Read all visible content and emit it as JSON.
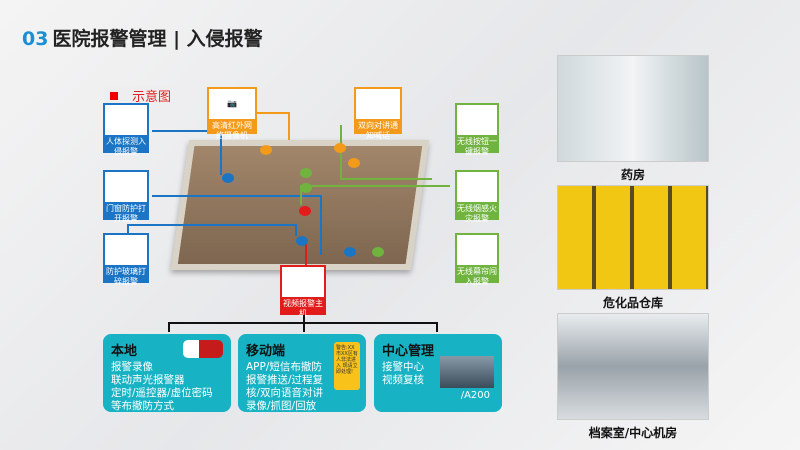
{
  "title": {
    "number": "03",
    "text": "医院报警管理 | 入侵报警"
  },
  "diagram": {
    "legend": "示意图",
    "left_devices": [
      {
        "label": "人体探测入侵报警"
      },
      {
        "label": "门窗防护打开报警"
      },
      {
        "label": "防护玻璃打碎报警"
      }
    ],
    "top_devices": [
      {
        "label": "高清红外网络摄像机"
      },
      {
        "label": "双向对讲通知喊话"
      }
    ],
    "right_devices": [
      {
        "label": "无线按钮一键报警"
      },
      {
        "label": "无线烟感火灾报警"
      },
      {
        "label": "无线幕帘闯入报警"
      }
    ],
    "host": {
      "label": "视频报警主机"
    },
    "colors": {
      "blue": "#1b75c4",
      "orange": "#f39a1b",
      "green": "#70b33f",
      "red": "#e21b1b",
      "panel": "#17b3c4"
    }
  },
  "panels": [
    {
      "title": "本地",
      "lines": [
        "报警录像",
        "联动声光报警器",
        "定时/遥控器/虚位密码",
        "等布撤防方式"
      ]
    },
    {
      "title": "移动端",
      "lines": [
        "APP/短信布撤防",
        "报警推送/过程复",
        "核/双向语音对讲",
        "录像/抓图/回放"
      ],
      "phone_text": "警告:XX市XX区有人非法进入 现请立即处理!"
    },
    {
      "title": "中心管理",
      "lines": [
        "接警中心",
        "视频复核"
      ],
      "model": "/A200"
    }
  ],
  "photos": [
    {
      "caption": "药房"
    },
    {
      "caption": "危化品仓库"
    },
    {
      "caption": "档案室/中心机房"
    }
  ]
}
